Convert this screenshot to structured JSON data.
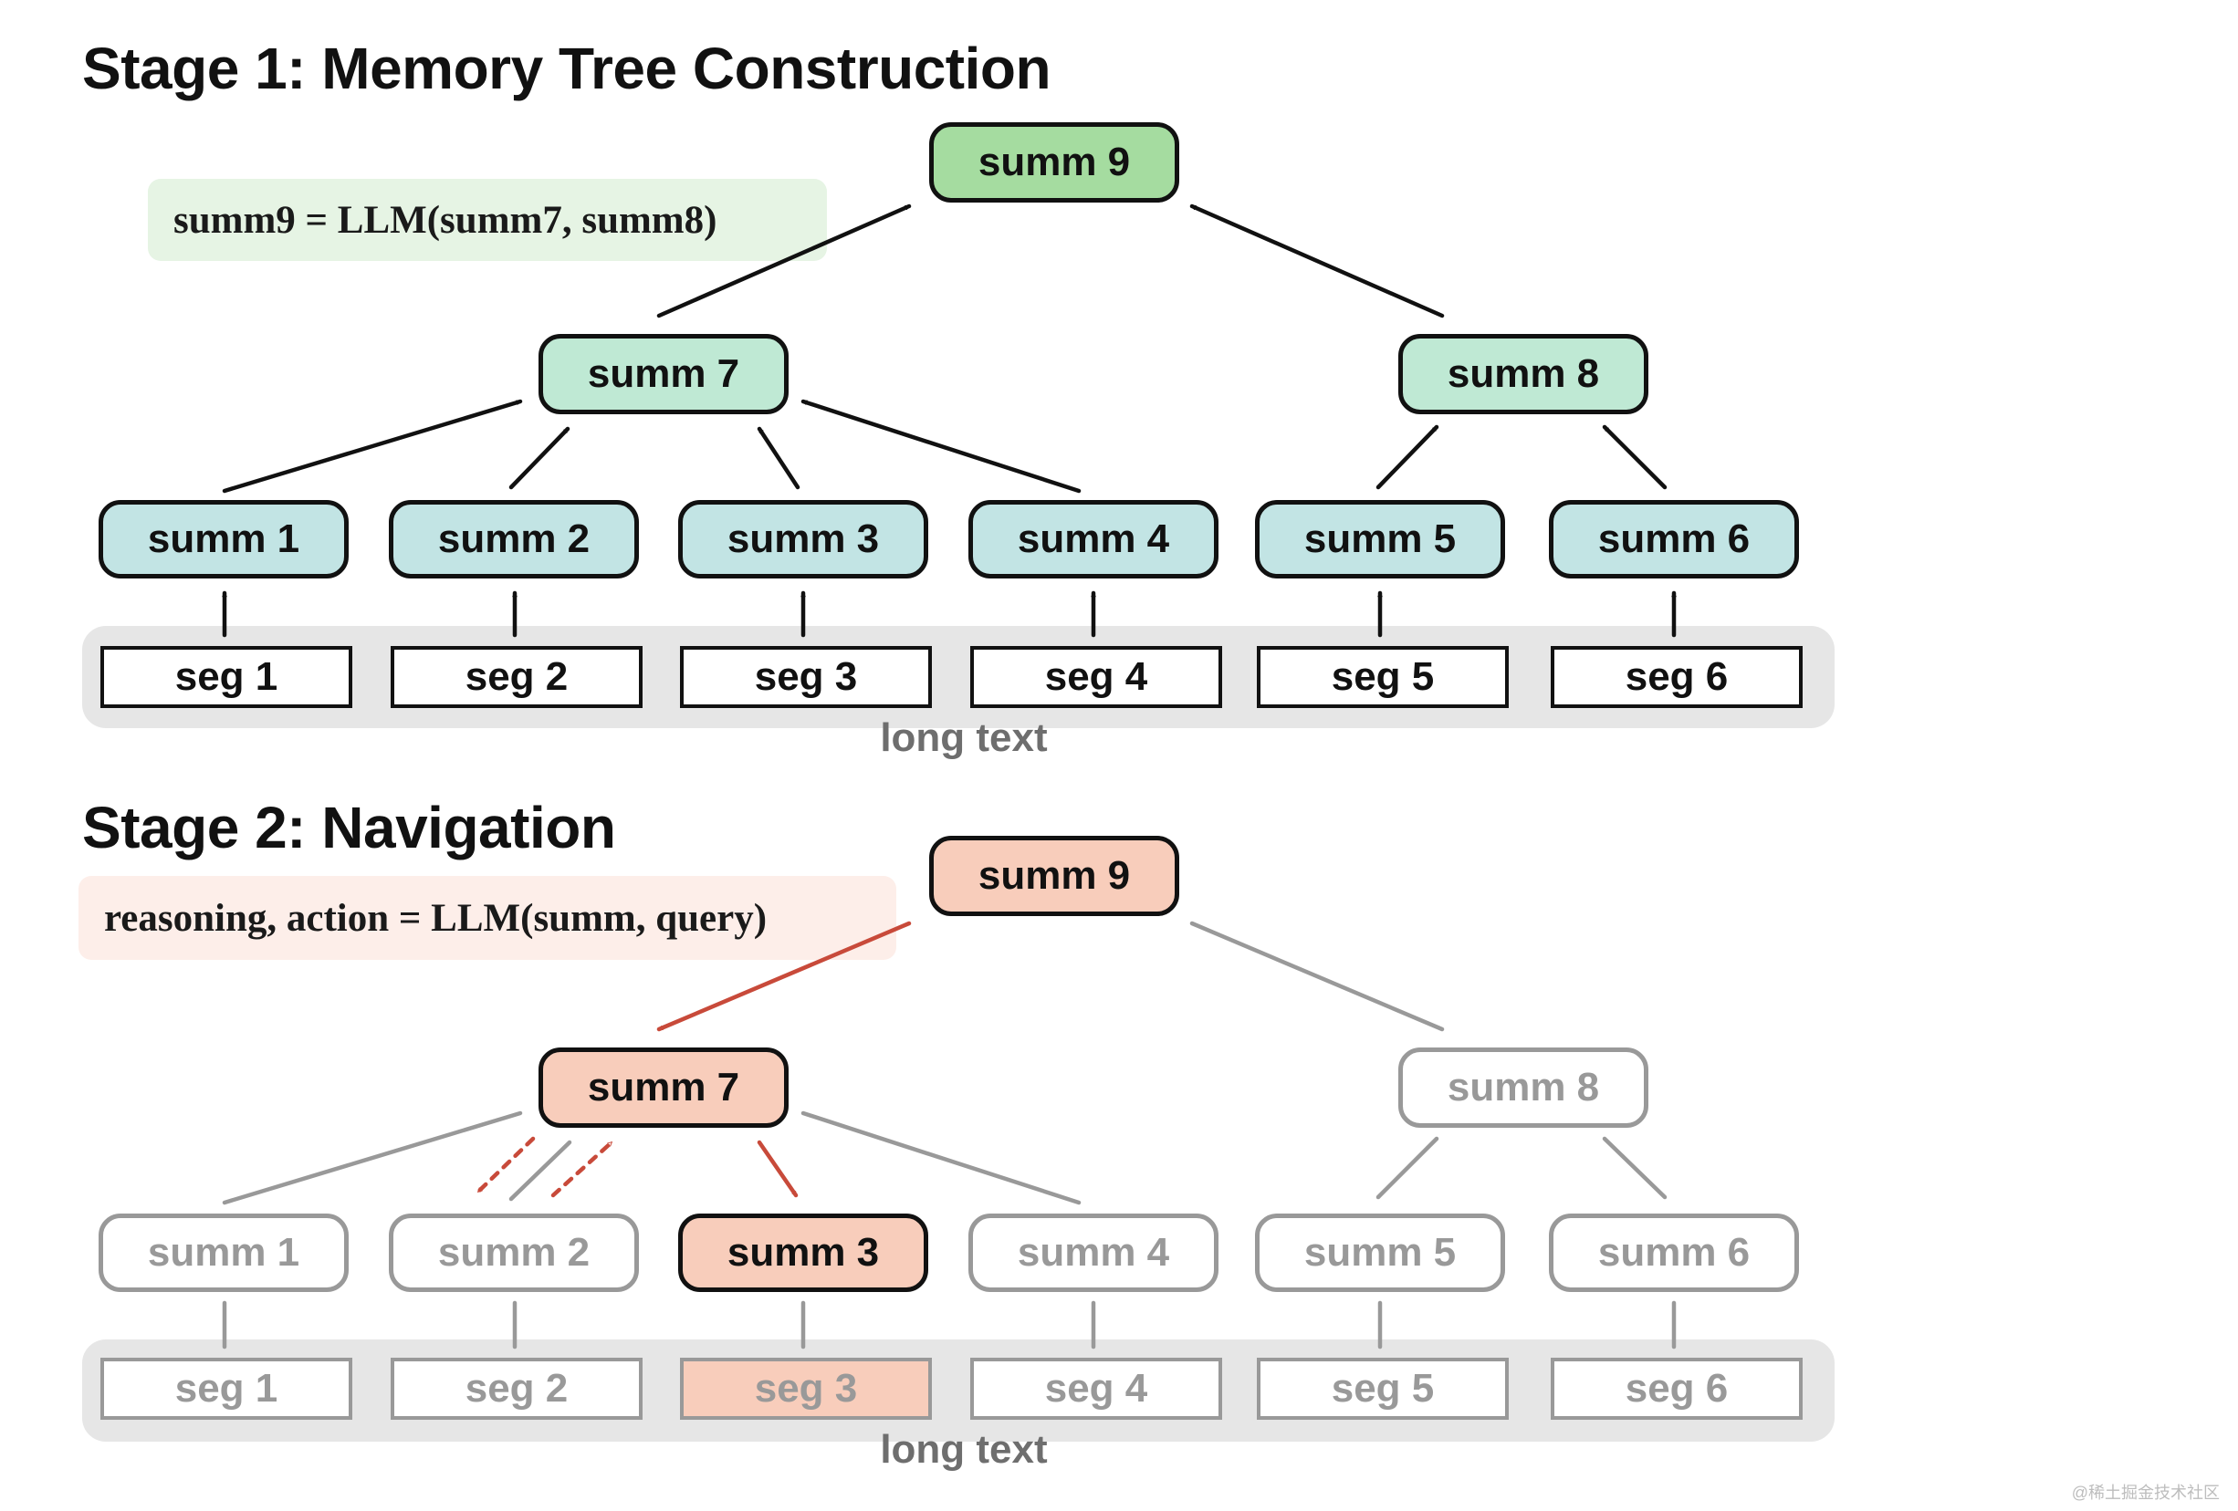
{
  "stage1": {
    "title": "Stage 1: Memory Tree Construction",
    "formula": "summ9 = LLM(summ7, summ8)",
    "root": "summ 9",
    "mid": [
      "summ 7",
      "summ 8"
    ],
    "leaves": [
      "summ 1",
      "summ 2",
      "summ 3",
      "summ 4",
      "summ 5",
      "summ 6"
    ],
    "segments": [
      "seg 1",
      "seg 2",
      "seg 3",
      "seg 4",
      "seg 5",
      "seg 6"
    ],
    "long_text_label": "long text"
  },
  "stage2": {
    "title": "Stage 2: Navigation",
    "formula": "reasoning, action = LLM(summ, query)",
    "root": "summ 9",
    "mid": [
      "summ 7",
      "summ 8"
    ],
    "leaves": [
      "summ 1",
      "summ 2",
      "summ 3",
      "summ 4",
      "summ 5",
      "summ 6"
    ],
    "segments": [
      "seg 1",
      "seg 2",
      "seg 3",
      "seg 4",
      "seg 5",
      "seg 6"
    ],
    "long_text_label": "long text",
    "visited_path": [
      "summ 9",
      "summ 7",
      "summ 3"
    ],
    "selected_segment": "seg 3"
  },
  "colors": {
    "root_stage1": "#a5dca0",
    "mid_stage1": "#bfe9d4",
    "leaf_stage1": "#c2e4e4",
    "formula_stage1_bg": "#e6f4e4",
    "navigation": "#f8cdbb",
    "formula_stage2_bg": "#fdeee9",
    "nav_arrow": "#c84a3a",
    "inactive": "#999999",
    "long_text_bg": "#e6e6e6"
  },
  "watermark": "@稀土掘金技术社区"
}
